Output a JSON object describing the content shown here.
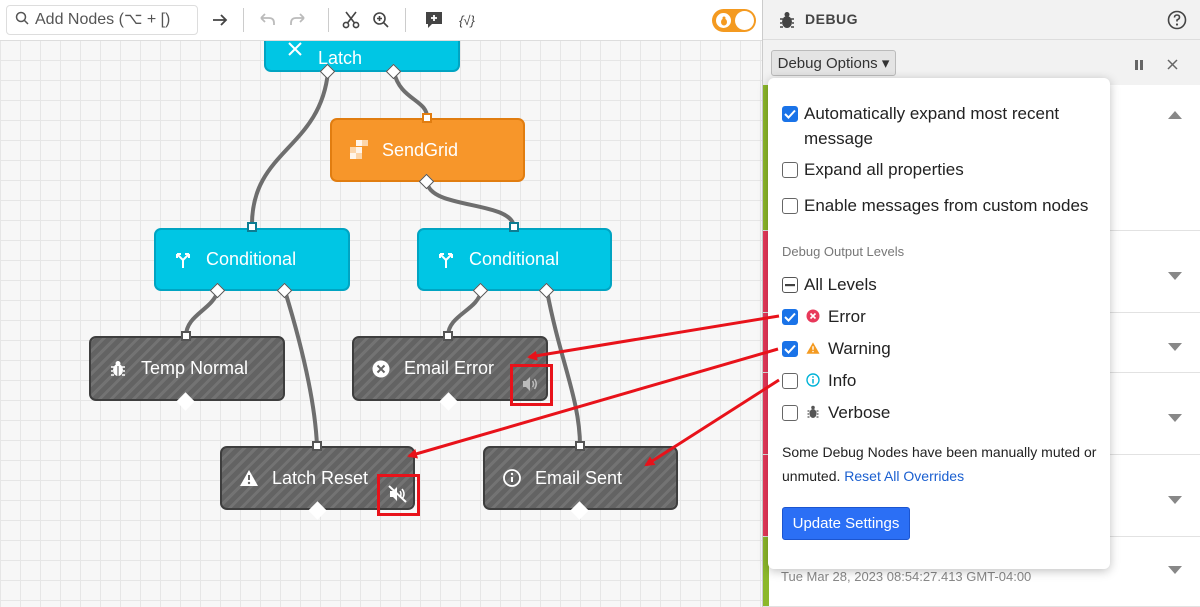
{
  "toolbar": {
    "search_placeholder": "Add Nodes (⌥ + [)",
    "vars_label": "{√}"
  },
  "nodes": {
    "latch_top": "Latch",
    "sendgrid": "SendGrid",
    "conditional_left": "Conditional",
    "conditional_right": "Conditional",
    "temp_normal": "Temp Normal",
    "email_error": "Email Error",
    "latch_reset": "Latch Reset",
    "email_sent": "Email Sent"
  },
  "panel": {
    "title": "DEBUG",
    "debug_options_label": "Debug Options ▾",
    "last_timestamp": "Tue Mar 28, 2023 08:54:27.413 GMT-04:00"
  },
  "dropdown": {
    "auto_expand": "Automatically expand most recent message",
    "expand_all": "Expand all properties",
    "custom_nodes": "Enable messages from custom nodes",
    "levels_title": "Debug Output Levels",
    "all_levels": "All Levels",
    "error": "Error",
    "warning": "Warning",
    "info": "Info",
    "verbose": "Verbose",
    "note_text": "Some Debug Nodes have been manually muted or unmuted.",
    "reset_link": "Reset All Overrides",
    "update_button": "Update Settings"
  },
  "colors": {
    "node_cyan": "#00c6e4",
    "node_orange": "#f7962a",
    "node_gray": "#636363",
    "toggle_orange": "#f49a20",
    "annotation_red": "#e8121a",
    "bar_green": "#8cb82a",
    "bar_red": "#e8385a"
  }
}
